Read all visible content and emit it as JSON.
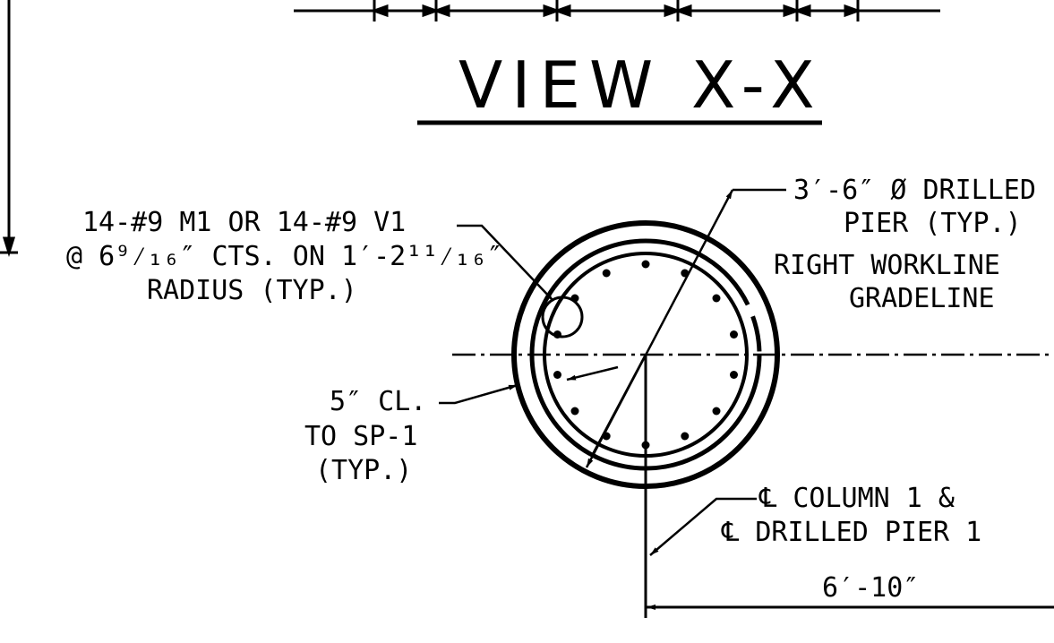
{
  "title": "VIEW X-X",
  "labels": {
    "rebar_line1": "14-#9 M1 OR 14-#9 V1",
    "rebar_line2": "@ 6⁹⁄₁₆″ CTS. ON 1′-2¹¹⁄₁₆″",
    "rebar_line3": "RADIUS (TYP.)",
    "pier_line1": "3′-6″ Ø DRILLED",
    "pier_line2": "PIER (TYP.)",
    "workline": "RIGHT WORKLINE",
    "gradeline": "GRADELINE",
    "clear_line1": "5″ CL.",
    "clear_line2": "TO SP-1",
    "clear_line3": "(TYP.)",
    "column_line1": "℄ COLUMN 1 &",
    "column_line2": "℄ DRILLED PIER 1",
    "dimension": "6′-10″"
  },
  "diagram": {
    "rebar_count": 14,
    "line_color": "#000000",
    "background": "#ffffff"
  }
}
